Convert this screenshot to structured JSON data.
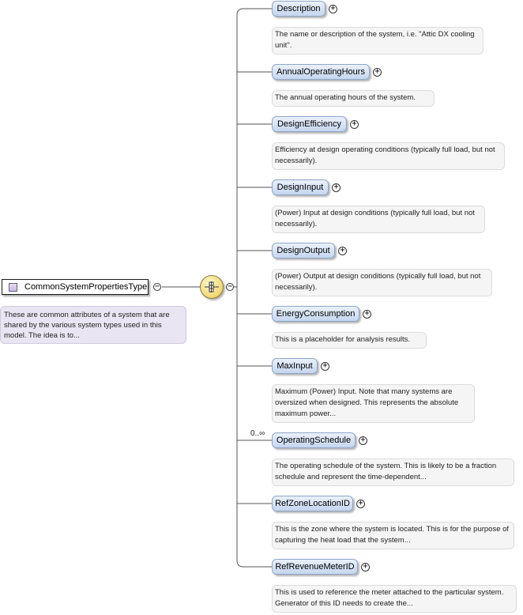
{
  "type_node": {
    "name": "CommonSystemPropertiesType",
    "documentation": "These are common attributes of a system that are shared by the various system types used in this model. The idea is to..."
  },
  "buttons": {
    "collapse_symbol": "−",
    "expand_symbol": "+"
  },
  "elements": [
    {
      "name": "Description",
      "doc": "The name or description of the system, i.e. \"Attic DX cooling unit\"."
    },
    {
      "name": "AnnualOperatingHours",
      "doc": "The annual operating hours of the system."
    },
    {
      "name": "DesignEfficiency",
      "doc": "Efficiency at design operating conditions (typically full load, but not necessarily)."
    },
    {
      "name": "DesignInput",
      "doc": "(Power) Input at design conditions (typically full load, but not necessarily)."
    },
    {
      "name": "DesignOutput",
      "doc": "(Power) Output at design conditions (typically full load, but not necessarily)."
    },
    {
      "name": "EnergyConsumption",
      "doc": "This is a placeholder for analysis results."
    },
    {
      "name": "MaxInput",
      "doc": "Maximum (Power) Input. Note that many systems are oversized when designed. This represents the absolute maximum power..."
    },
    {
      "name": "OperatingSchedule",
      "doc": "The operating schedule of the system. This is likely to be a fraction schedule and represent the time-dependent...",
      "cardinality": "0..∞"
    },
    {
      "name": "RefZoneLocationID",
      "doc": "This is the zone where the system is located. This is for the purpose of capturing the heat load that the system..."
    },
    {
      "name": "RefRevenueMeterID",
      "doc": "This is used to reference the meter attached to the particular system. Generator of this ID needs to create the..."
    }
  ]
}
